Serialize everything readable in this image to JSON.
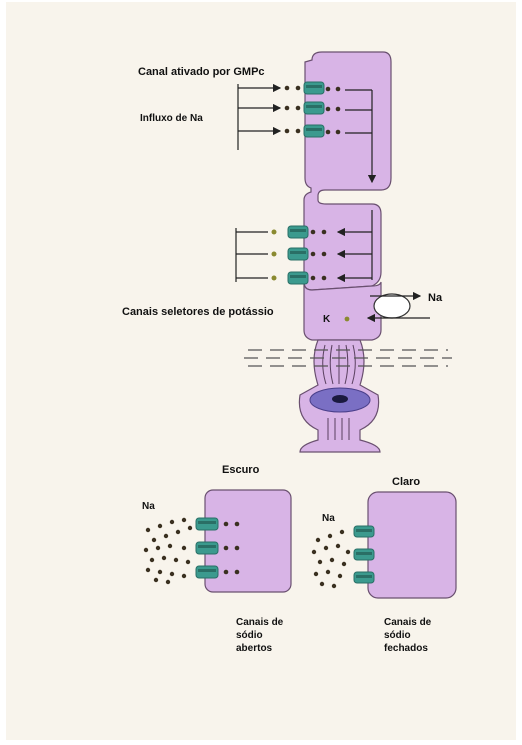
{
  "labels": {
    "gmpc_channel": "Canal ativado por GMPc",
    "na_influx": "Influxo de Na",
    "potassium_channels": "Canais seletores de potássio",
    "na_top": "Na",
    "k_ion": "K",
    "dark": "Escuro",
    "light": "Claro",
    "na_dark": "Na",
    "na_light": "Na",
    "open_channels": "Canais de sódio abertos",
    "closed_channels": "Canais de sódio fechados"
  },
  "colors": {
    "cell_fill": "#d8b4e6",
    "cell_stroke": "#6a5070",
    "channel": "#3b9a8e",
    "channel_dark": "#2a6f66",
    "nucleus": "#7a6fc4",
    "ion": "#3a3020",
    "ion_olive": "#8a8a30",
    "paper": "#f8f4ec"
  }
}
